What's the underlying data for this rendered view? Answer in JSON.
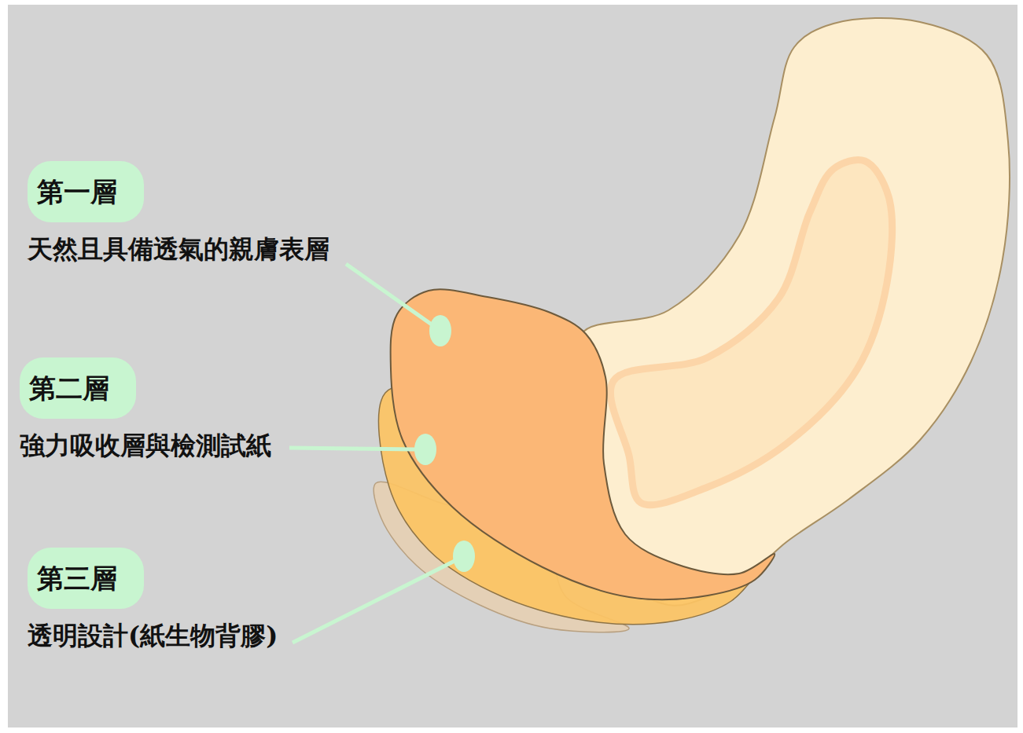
{
  "diagram": {
    "nodes": [
      {
        "text": [
          "第一層",
          "天然且具備透氣的親膚表層"
        ]
      },
      {
        "text": [
          "第二層",
          "強力吸收層與檢測試紙"
        ]
      },
      {
        "text": [
          "第三層",
          "透明設計(紙生物背膠)"
        ]
      }
    ]
  }
}
